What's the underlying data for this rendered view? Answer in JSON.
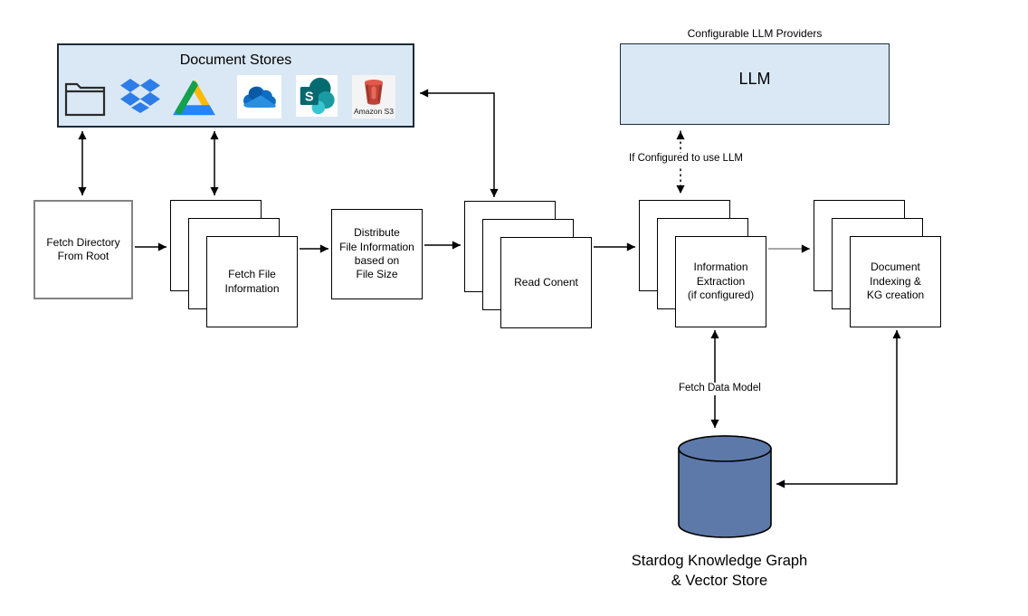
{
  "document_stores": {
    "title": "Document Stores",
    "s3_label": "Amazon S3",
    "sharepoint_letter": "S",
    "icons": [
      "folder-icon",
      "dropbox-icon",
      "google-drive-icon",
      "onedrive-icon",
      "sharepoint-icon",
      "amazon-s3-icon"
    ]
  },
  "llm_group": {
    "caption": "Configurable LLM Providers",
    "label": "LLM"
  },
  "nodes": {
    "fetch_directory": {
      "label": "Fetch Directory\nFrom Root"
    },
    "fetch_file": {
      "label": "Fetch File\nInformation"
    },
    "distribute": {
      "label": "Distribute\nFile Information\nbased on\nFile Size"
    },
    "read_content": {
      "label": "Read Conent"
    },
    "info_extraction": {
      "label": "Information\nExtraction\n(if configured)"
    },
    "doc_indexing": {
      "label": "Document\nIndexing &\nKG creation"
    }
  },
  "edge_labels": {
    "llm_condition": "If Configured to use LLM",
    "fetch_data_model": "Fetch Data Model"
  },
  "store": {
    "label": "Stardog Knowledge Graph\n& Vector Store"
  },
  "colors": {
    "group_fill": "#dae8f5",
    "group_border": "#1c2b3a",
    "node_border": "#000000",
    "fetch_directory_border": "#828282",
    "gray_edge": "#8c8c8c",
    "cylinder_fill": "#5c79a9",
    "dropbox_blue": "#2e7ce8",
    "drive_green": "#14a04c",
    "drive_yellow": "#ffba00",
    "drive_blue": "#2684fc",
    "onedrive_blue": "#0f6cc4",
    "sharepoint_teal": "#066970",
    "s3_red": "#bf4438"
  },
  "edges": [
    {
      "from": "document-stores",
      "to": "fetch-directory-from-root",
      "style": "solid",
      "bidirectional": true
    },
    {
      "from": "document-stores",
      "to": "fetch-file-information",
      "style": "solid",
      "bidirectional": true
    },
    {
      "from": "document-stores",
      "to": "read-content",
      "style": "solid",
      "bidirectional": true
    },
    {
      "from": "fetch-directory-from-root",
      "to": "fetch-file-information",
      "style": "solid",
      "bidirectional": false
    },
    {
      "from": "fetch-file-information",
      "to": "distribute-file-information",
      "style": "solid",
      "bidirectional": false
    },
    {
      "from": "distribute-file-information",
      "to": "read-content",
      "style": "solid",
      "bidirectional": false
    },
    {
      "from": "read-content",
      "to": "information-extraction",
      "style": "solid",
      "bidirectional": false
    },
    {
      "from": "information-extraction",
      "to": "document-indexing-kg-creation",
      "style": "solid",
      "color": "gray",
      "bidirectional": false
    },
    {
      "from": "llm",
      "to": "information-extraction",
      "style": "dotted",
      "bidirectional": true,
      "label": "If Configured to use LLM"
    },
    {
      "from": "information-extraction",
      "to": "stardog-knowledge-graph",
      "style": "solid",
      "bidirectional": true,
      "label": "Fetch Data Model"
    },
    {
      "from": "stardog-knowledge-graph",
      "to": "document-indexing-kg-creation",
      "style": "solid",
      "bidirectional": true
    }
  ]
}
